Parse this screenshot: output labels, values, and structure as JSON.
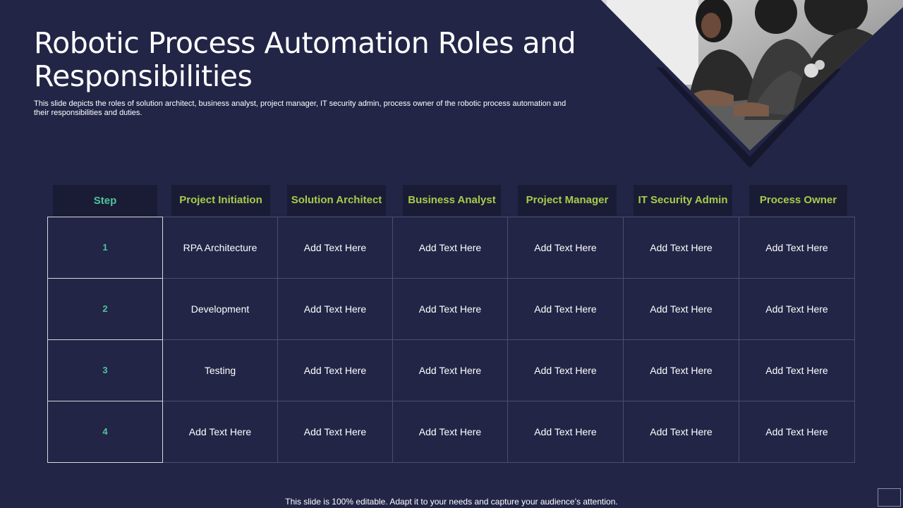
{
  "slide": {
    "title": "Robotic Process Automation Roles and Responsibilities",
    "subtitle": "This slide depicts the roles of solution architect, business analyst, project manager, IT security admin, process owner of the robotic process automation and their responsibilities and duties.",
    "footer": "This slide is 100% editable. Adapt it to your needs and capture your audience’s attention."
  },
  "table": {
    "headers": [
      "Step",
      "Project Initiation",
      "Solution Architect",
      "Business Analyst",
      "Project Manager",
      "IT Security Admin",
      "Process Owner"
    ],
    "rows": [
      [
        "1",
        "RPA Architecture",
        "Add Text Here",
        "Add Text Here",
        "Add Text Here",
        "Add Text Here",
        "Add Text Here"
      ],
      [
        "2",
        "Development",
        "Add Text Here",
        "Add Text Here",
        "Add Text Here",
        "Add Text Here",
        "Add Text Here"
      ],
      [
        "3",
        "Testing",
        "Add Text Here",
        "Add Text Here",
        "Add Text Here",
        "Add Text Here",
        "Add Text Here"
      ],
      [
        "4",
        "Add Text Here",
        "Add Text Here",
        "Add Text Here",
        "Add Text Here",
        "Add Text Here",
        "Add Text Here"
      ]
    ]
  },
  "colors": {
    "background": "#222546",
    "header_cell": "#1a1c35",
    "header_text": "#a6cc4a",
    "step_text": "#4fc39b",
    "grid_line": "#4a4e70"
  },
  "images": {
    "photo": "meeting-people-photo"
  }
}
